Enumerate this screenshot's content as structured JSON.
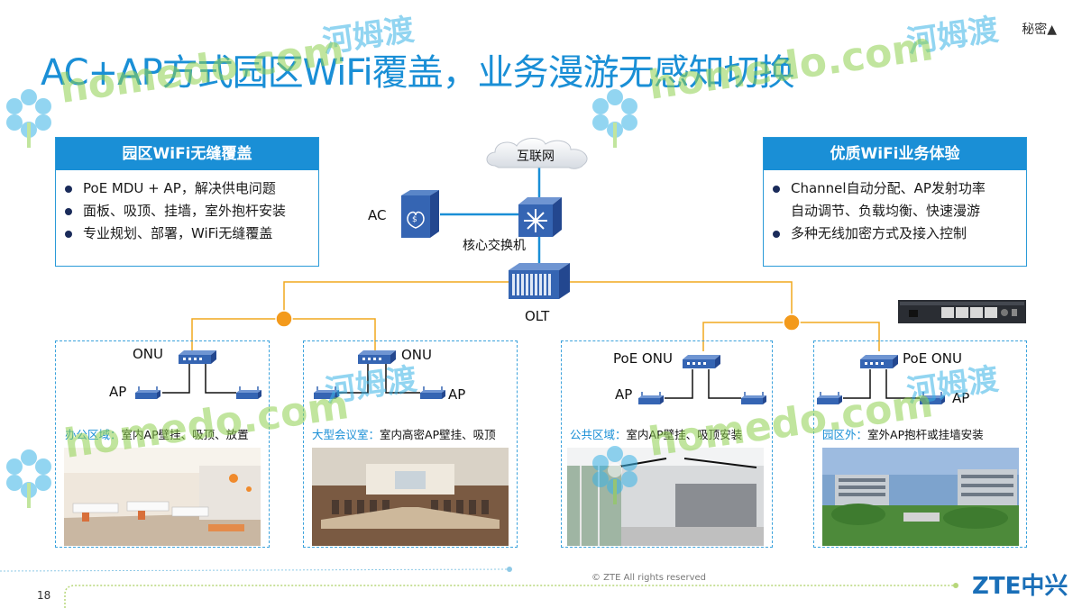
{
  "header": {
    "title": "AC+AP方式园区WiFi覆盖，业务漫游无感知切换",
    "confidential": "秘密▲"
  },
  "left_panel": {
    "title": "园区WiFi无缝覆盖",
    "items": [
      "PoE MDU + AP，解决供电问题",
      "面板、吸顶、挂墙，室外抱杆安装",
      "专业规划、部署，WiFi无缝覆盖"
    ]
  },
  "right_panel": {
    "title": "优质WiFi业务体验",
    "items": [
      {
        "line1": "Channel自动分配、AP发射功率",
        "line2": "自动调节、负载均衡、快速漫游"
      },
      {
        "line1": "多种无线加密方式及接入控制",
        "line2": ""
      }
    ]
  },
  "topology": {
    "cloud": "互联网",
    "ac": "AC",
    "core_switch": "核心交换机",
    "olt": "OLT"
  },
  "zones": [
    {
      "onu": "ONU",
      "ap": "AP",
      "highlight": "办公区域：",
      "desc": "室内AP壁挂、吸顶、放置"
    },
    {
      "onu": "ONU",
      "ap": "AP",
      "highlight": "大型会议室：",
      "desc": "室内高密AP壁挂、吸顶"
    },
    {
      "onu": "PoE ONU",
      "ap": "AP",
      "highlight": "公共区域：",
      "desc": "室内AP壁挂、吸顶安装"
    },
    {
      "onu": "PoE ONU",
      "ap": "AP",
      "highlight": "园区外：",
      "desc": "室外AP抱杆或挂墙安装"
    }
  ],
  "watermark": {
    "site": "homedo.com",
    "brand": "河姆渡"
  },
  "footer": {
    "page": "18",
    "copyright": "© ZTE All rights reserved",
    "logo": "ZTE中兴"
  },
  "colors": {
    "accent": "#1a8fd6",
    "link_line": "#f0a81e",
    "watermark_green": "#8fd14f",
    "watermark_blue": "#3ab3e6"
  }
}
